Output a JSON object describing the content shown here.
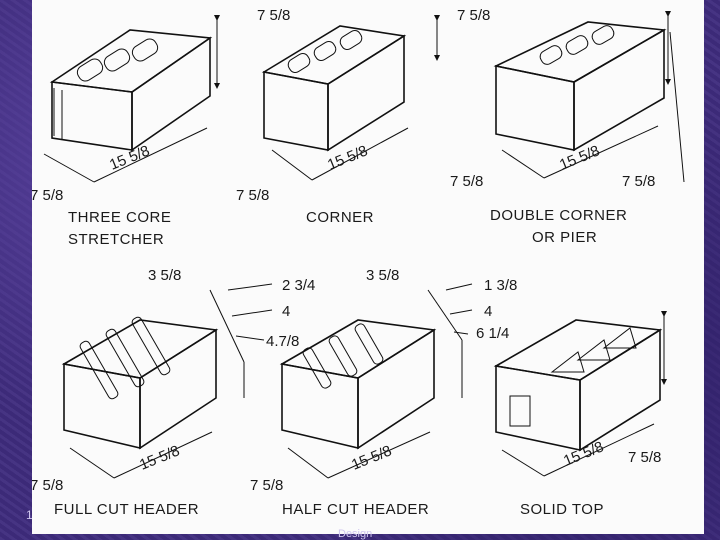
{
  "slide": {
    "number": "1",
    "footer": "Design"
  },
  "blocks": [
    {
      "caption_line1": "THREE CORE",
      "caption_line2": "STRETCHER",
      "height": "7 5/8",
      "length": "15 5/8",
      "width": "7 5/8"
    },
    {
      "caption_line1": "CORNER",
      "height": "7 5/8",
      "length": "15 5/8",
      "width": "7 5/8"
    },
    {
      "caption_line1": "DOUBLE CORNER",
      "caption_line2": "OR PIER",
      "length": "15 5/8",
      "width_left": "7 5/8",
      "width_right": "7 5/8"
    },
    {
      "caption_line1": "FULL CUT HEADER",
      "dim_a": "3 5/8",
      "dim_b": "2 3/4",
      "dim_c": "4",
      "dim_d": "4.7/8",
      "length": "15 5/8",
      "width": "7 5/8"
    },
    {
      "caption_line1": "HALF CUT HEADER",
      "dim_a": "3 5/8",
      "dim_b": "1 3/8",
      "dim_c": "4",
      "dim_d": "6 1/4",
      "length": "15 5/8",
      "width": "7 5/8"
    },
    {
      "caption_line1": "SOLID TOP",
      "length": "15 5/8",
      "height": "7 5/8"
    }
  ]
}
